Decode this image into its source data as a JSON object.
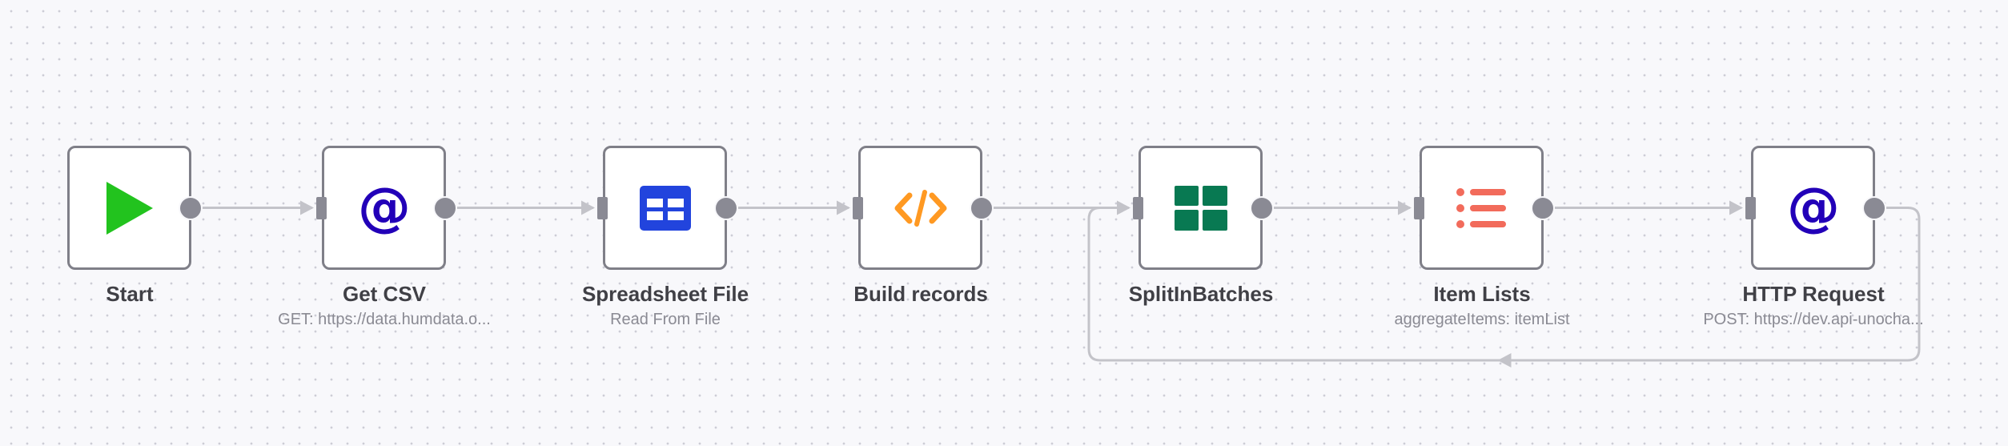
{
  "nodes": [
    {
      "id": "start",
      "label": "Start",
      "subtitle": "",
      "icon": "play-icon",
      "color": "#22c31e"
    },
    {
      "id": "get-csv",
      "label": "Get CSV",
      "subtitle": "GET: https://data.humdata.o...",
      "icon": "at-sign-icon",
      "color": "#2200b8"
    },
    {
      "id": "spreadsheet-file",
      "label": "Spreadsheet File",
      "subtitle": "Read From File",
      "icon": "table-icon",
      "color": "#2244dd"
    },
    {
      "id": "build-records",
      "label": "Build records",
      "subtitle": "",
      "icon": "code-icon",
      "color": "#ff9922"
    },
    {
      "id": "split-in-batches",
      "label": "SplitInBatches",
      "subtitle": "",
      "icon": "grid-icon",
      "color": "#087952"
    },
    {
      "id": "item-lists",
      "label": "Item Lists",
      "subtitle": "aggregateItems: itemList",
      "icon": "list-icon",
      "color": "#f26b5b"
    },
    {
      "id": "http-request",
      "label": "HTTP Request",
      "subtitle": "POST: https://dev.api-unocha...",
      "icon": "at-sign-icon",
      "color": "#2200b8"
    }
  ],
  "connections": [
    {
      "from": "start",
      "to": "get-csv"
    },
    {
      "from": "get-csv",
      "to": "spreadsheet-file"
    },
    {
      "from": "spreadsheet-file",
      "to": "build-records"
    },
    {
      "from": "build-records",
      "to": "split-in-batches"
    },
    {
      "from": "split-in-batches",
      "to": "item-lists"
    },
    {
      "from": "item-lists",
      "to": "http-request"
    },
    {
      "from": "http-request",
      "to": "split-in-batches",
      "loop": true
    }
  ],
  "colors": {
    "canvas": "#f8f8fb",
    "grid_dot": "#cdcdd6",
    "wire": "#c3c3c9",
    "port": "#8a8a94",
    "node_border": "#7f7f88"
  }
}
